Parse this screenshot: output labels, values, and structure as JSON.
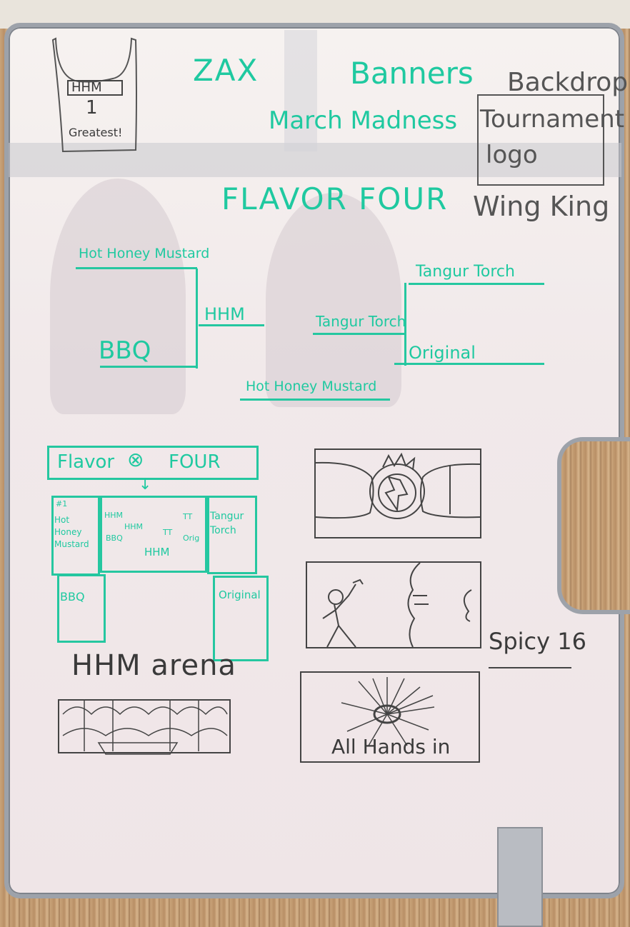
{
  "header": {
    "zax": "ZAX",
    "banners": "Banners",
    "backdrop": "Backdrop",
    "march_madness": "March Madness",
    "tournament_logo_line1": "Tournament",
    "tournament_logo_line2": "logo",
    "flavor_four": "FLAVOR FOUR",
    "wing_king": "Wing King"
  },
  "tank_top": {
    "label": "HHM",
    "number": "1",
    "caption": "Greatest!"
  },
  "bracket": {
    "left_top": "Hot Honey Mustard",
    "left_bottom": "BBQ",
    "left_winner": "HHM",
    "right_top": "Tangur Torch",
    "right_bottom": "Original",
    "right_winner": "Tangur Torch",
    "champion": "Hot Honey Mustard"
  },
  "banner_sketch": {
    "title": "Flavor",
    "title2": "FOUR",
    "seed1": "#1",
    "tl": "Hot Honey Mustard",
    "bl": "BBQ",
    "tr": "Tangur Torch",
    "br": "Original",
    "m1": "HHM",
    "m2": "BBQ",
    "m3": "HHM",
    "m4": "TT",
    "m5": "TT",
    "m6": "Orig",
    "center": "HHM"
  },
  "sketches": {
    "arena": "HHM arena",
    "spicy": "Spicy 16",
    "hands": "All Hands in"
  }
}
